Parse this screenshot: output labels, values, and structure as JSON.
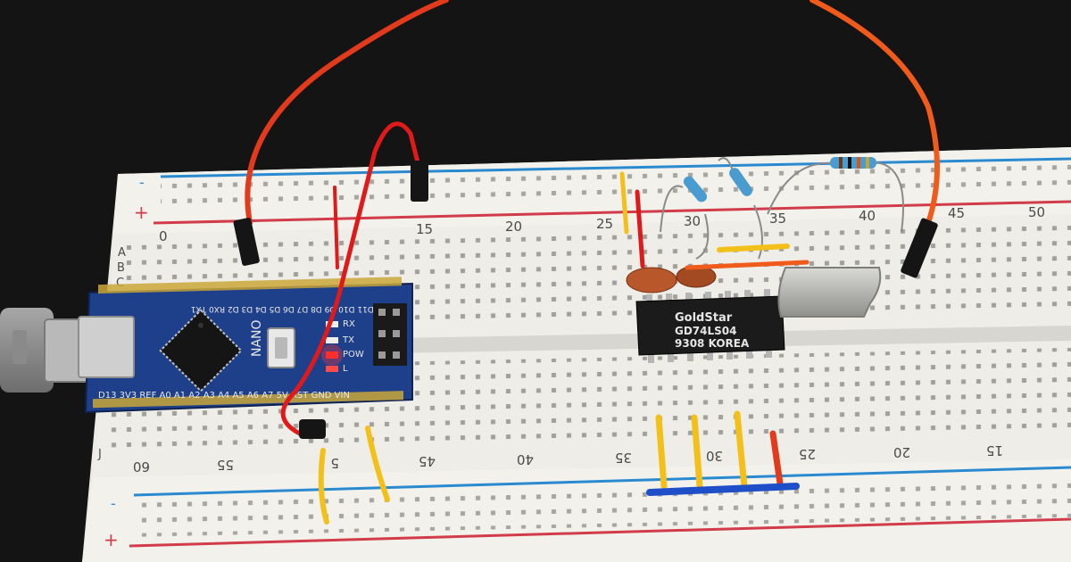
{
  "colors": {
    "background": "#141414",
    "breadboard": "#ecebe6",
    "rail_red": "#d23c4a",
    "rail_blue": "#2a8ad0",
    "pcb": "#1e3f8a",
    "wire_red": "#e23a1c",
    "wire_orange": "#f05a1a",
    "wire_yellow": "#f2c019",
    "wire_blue": "#1f4fc8"
  },
  "breadboard": {
    "top_rail": {
      "minus": "-",
      "plus": "+"
    },
    "bottom_rail": {
      "minus": "-",
      "plus": "+"
    },
    "top_numbers": [
      "0",
      "15",
      "20",
      "25",
      "30",
      "35",
      "40",
      "45",
      "50"
    ],
    "top_row_letters": [
      "A",
      "B",
      "C"
    ],
    "bottom_row_letter": "J",
    "bottom_numbers": [
      "60",
      "55",
      "5",
      "45",
      "40",
      "35",
      "30",
      "25",
      "20",
      "15"
    ]
  },
  "arduino": {
    "model": "NANO",
    "top_pins": "D12 D11 D10 D9 D8 D7 D6 D5 D4 D3 D2 RX0 TX1",
    "bottom_pins": "D13 3V3 REF A0 A1 A2 A3 A4 A5 A6 A7 5V RST GND VIN",
    "led_labels": [
      "RX",
      "TX",
      "POW",
      "L"
    ]
  },
  "chip": {
    "brand": "GoldStar",
    "part": "GD74LS04",
    "date_origin": "9308 KOREA"
  }
}
